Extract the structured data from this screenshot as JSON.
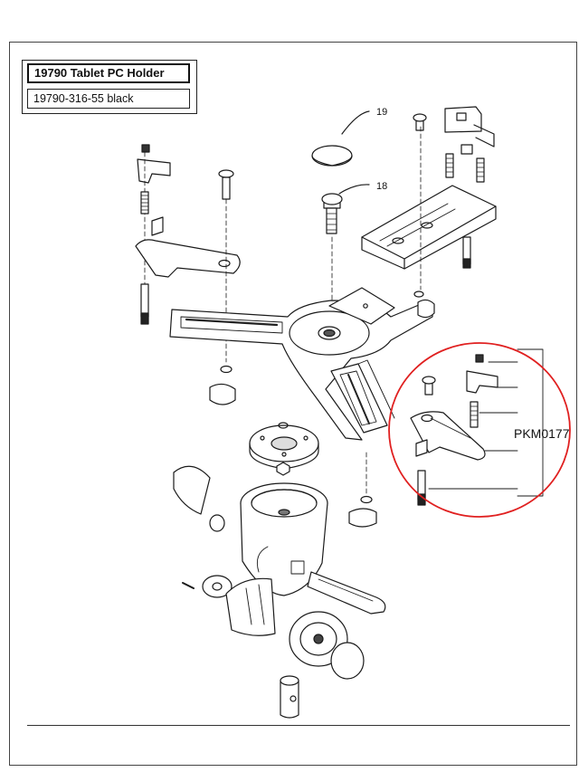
{
  "title_block": {
    "product": "19790 Tablet PC Holder",
    "part_number": "19790-316-55  black"
  },
  "callouts": {
    "item_19": "19",
    "item_18": "18",
    "kit_code": "PKM0177"
  },
  "colors": {
    "line": "#1a1a1a",
    "highlight_circle": "#e02020"
  }
}
